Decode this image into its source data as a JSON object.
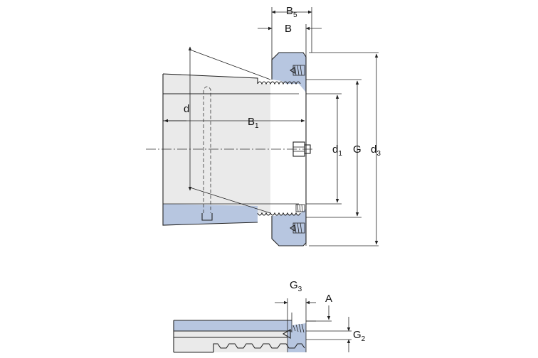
{
  "colors": {
    "section_fill": "#b7c6e0",
    "body_fill": "#eaeaea",
    "line": "#222222",
    "background": "#ffffff"
  },
  "main_view": {
    "labels": {
      "b5": {
        "main": "B",
        "sub": "5"
      },
      "b": {
        "main": "B"
      },
      "d": {
        "main": "d"
      },
      "b1": {
        "main": "B",
        "sub": "1"
      },
      "d1": {
        "main": "d",
        "sub": "1"
      },
      "g": {
        "main": "G"
      },
      "d3": {
        "main": "d",
        "sub": "3"
      }
    }
  },
  "detail_view": {
    "labels": {
      "g3": {
        "main": "G",
        "sub": "3"
      },
      "a": {
        "main": "A"
      },
      "g2": {
        "main": "G",
        "sub": "2"
      }
    }
  }
}
